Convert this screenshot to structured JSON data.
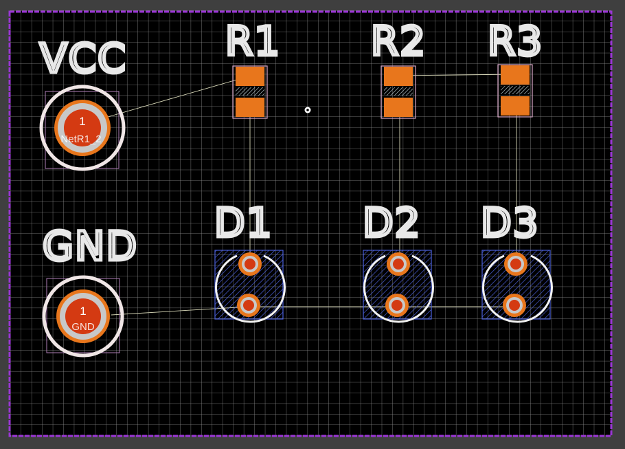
{
  "colors": {
    "background": "#000000",
    "grid": "#8f8f8f",
    "board_outline": "#9b36d6",
    "silkscreen": "#ffffff",
    "copper_pad": "#e8761c",
    "pad_hole": "#d43a12",
    "ratsnest": "#d8d8b8",
    "courtyard": "#4a5fd8"
  },
  "components": {
    "vcc": {
      "label": "VCC",
      "pad_number": "1",
      "net": "NetR1_2"
    },
    "gnd": {
      "label": "GND",
      "pad_number": "1",
      "net": "GND"
    },
    "r1": {
      "label": "R1"
    },
    "r2": {
      "label": "R2"
    },
    "r3": {
      "label": "R3"
    },
    "d1": {
      "label": "D1"
    },
    "d2": {
      "label": "D2"
    },
    "d3": {
      "label": "D3"
    }
  }
}
